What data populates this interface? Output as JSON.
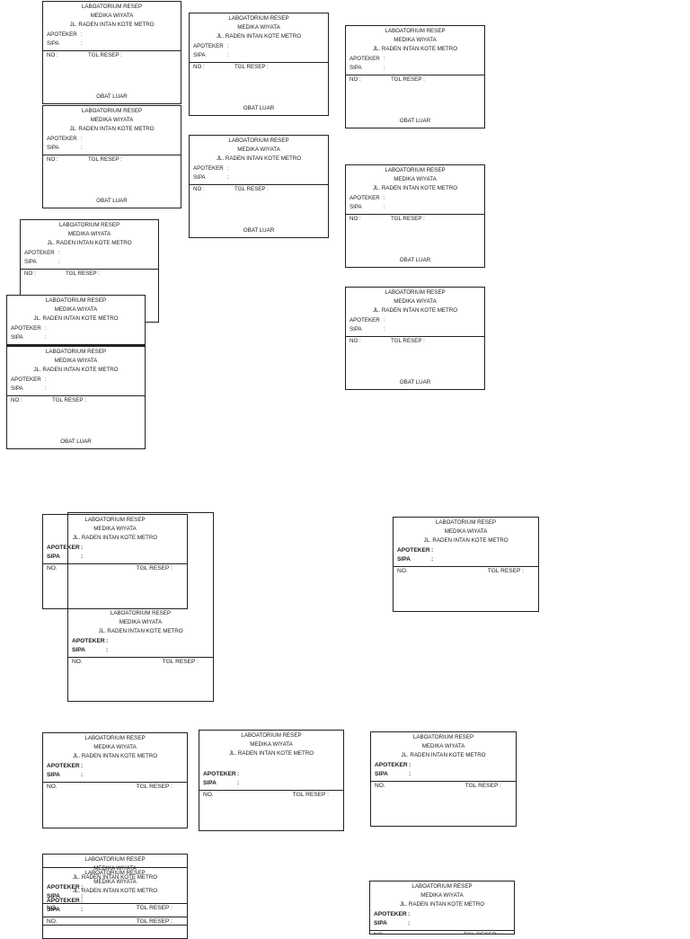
{
  "template": {
    "lab_name": "LABOATORIUM RESEP",
    "org": "MEDIKA WIYATA",
    "address": "JL. RADEN INTAN KOTE METRO",
    "apoteker_label": "APOTEKER",
    "sipa_label": "SIPA",
    "colon": ":",
    "no_label": "NO :",
    "no_label_alt": "NO.",
    "tgl_label": "TGL RESEP :",
    "footer": "OBAT LUAR"
  },
  "labels": [
    {
      "id": "l1",
      "variant": "v1",
      "footer": true
    },
    {
      "id": "l2",
      "variant": "v1",
      "footer": true
    },
    {
      "id": "l3",
      "variant": "v1",
      "footer": true
    },
    {
      "id": "l4",
      "variant": "v1",
      "footer": true
    },
    {
      "id": "l5",
      "variant": "v1",
      "footer": true
    },
    {
      "id": "l6",
      "variant": "v1",
      "footer": true
    },
    {
      "id": "l7",
      "variant": "v1",
      "footer": false
    },
    {
      "id": "l8",
      "variant": "v1",
      "footer": false
    },
    {
      "id": "l9",
      "variant": "v1",
      "footer": true
    },
    {
      "id": "l10",
      "variant": "v1",
      "footer": true
    },
    {
      "id": "l11",
      "variant": "v2",
      "footer": false
    },
    {
      "id": "l12",
      "variant": "v2",
      "footer": false
    },
    {
      "id": "l13",
      "variant": "v2",
      "footer": false
    },
    {
      "id": "l14",
      "variant": "v2",
      "footer": false
    },
    {
      "id": "l15",
      "variant": "v2",
      "footer": false
    },
    {
      "id": "l16",
      "variant": "v2",
      "footer": false
    },
    {
      "id": "l17",
      "variant": "v2",
      "footer": false
    },
    {
      "id": "l18",
      "variant": "v2",
      "footer": false
    },
    {
      "id": "l19",
      "variant": "v2",
      "footer": false
    }
  ]
}
